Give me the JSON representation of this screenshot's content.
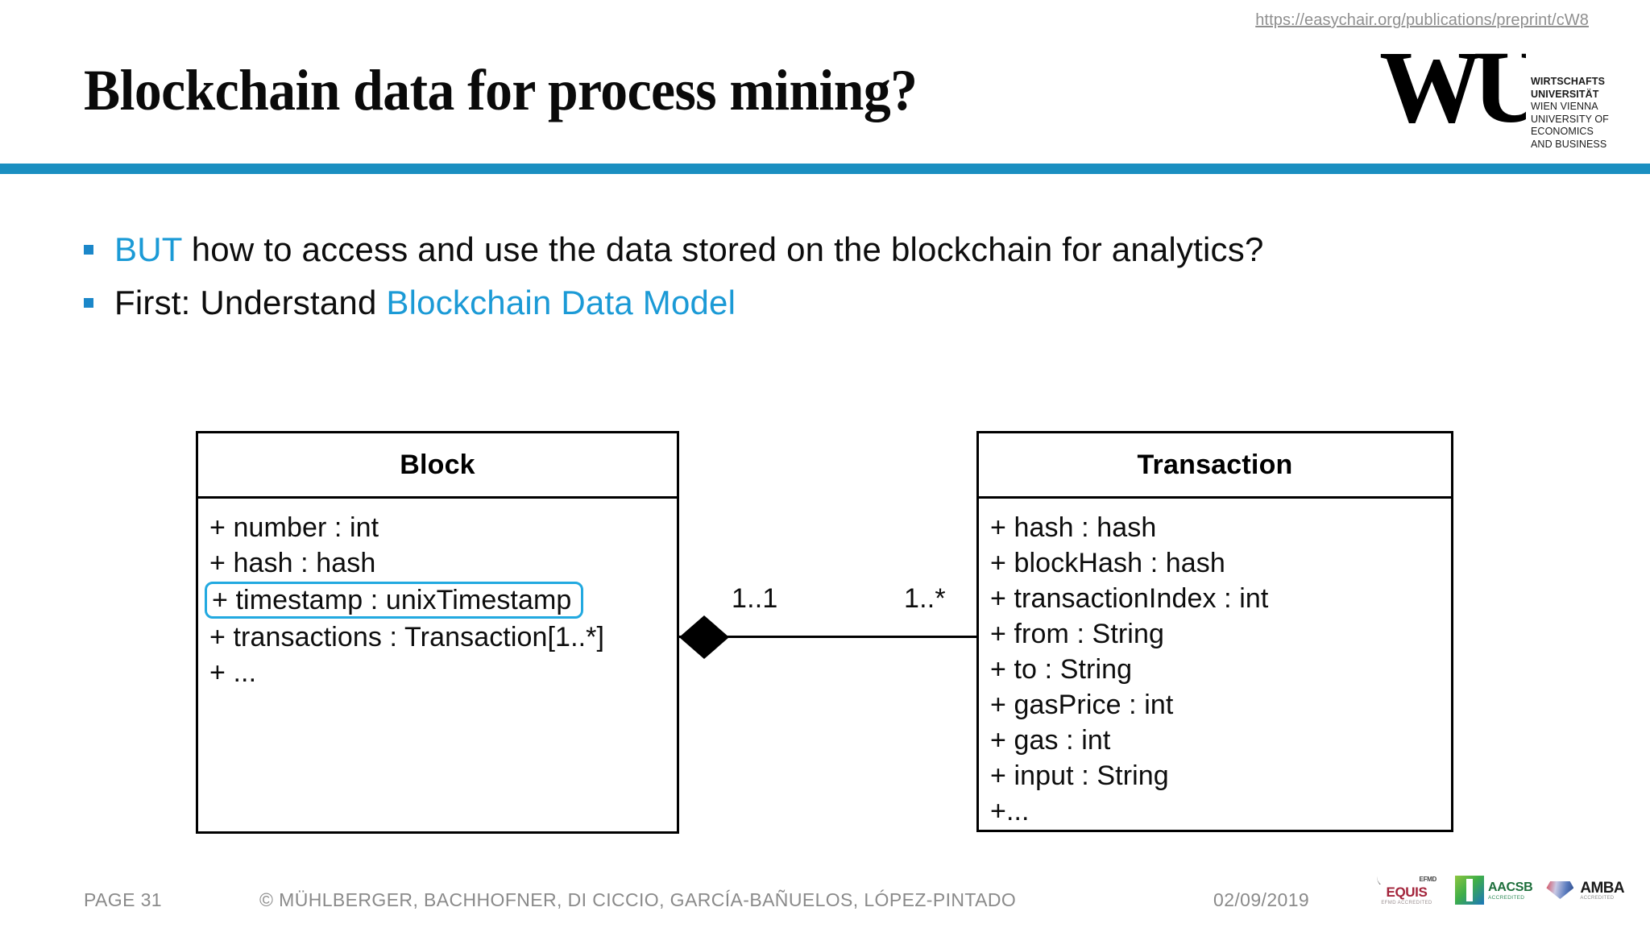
{
  "header": {
    "source_url": "https://easychair.org/publications/preprint/cW8",
    "title": "Blockchain data for process mining?",
    "logo": {
      "mark": "WU",
      "lines": [
        "WIRTSCHAFTS",
        "UNIVERSITÄT",
        "WIEN VIENNA",
        "UNIVERSITY OF",
        "ECONOMICS",
        "AND BUSINESS"
      ]
    },
    "divider_color": "#1A8FC1"
  },
  "content": {
    "accent_color": "#1B9AD6",
    "bullet_marker_color": "#1B87C9",
    "bullets": [
      {
        "accent_prefix": "BUT",
        "text": " how to access and use the data stored on the blockchain for analytics?"
      },
      {
        "plain_prefix": "First: Understand ",
        "accent_suffix": "Blockchain Data Model"
      }
    ]
  },
  "diagram": {
    "type": "uml-class-diagram",
    "highlight_color": "#22A9E0",
    "classes": [
      {
        "name": "Block",
        "attributes": [
          {
            "text": "+ number : int",
            "highlighted": false
          },
          {
            "text": "+ hash : hash",
            "highlighted": false
          },
          {
            "text": "+ timestamp : unixTimestamp",
            "highlighted": true
          },
          {
            "text": "+ transactions : Transaction[1..*]",
            "highlighted": false
          },
          {
            "text": "+ ...",
            "highlighted": false
          }
        ]
      },
      {
        "name": "Transaction",
        "attributes": [
          {
            "text": "+ hash : hash",
            "highlighted": false
          },
          {
            "text": "+ blockHash : hash",
            "highlighted": false
          },
          {
            "text": "+ transactionIndex : int",
            "highlighted": false
          },
          {
            "text": "+ from : String",
            "highlighted": false
          },
          {
            "text": "+ to : String",
            "highlighted": false
          },
          {
            "text": "+ gasPrice : int",
            "highlighted": false
          },
          {
            "text": "+ gas : int",
            "highlighted": false
          },
          {
            "text": "+ input : String",
            "highlighted": false
          },
          {
            "text": "+...",
            "highlighted": false
          }
        ]
      }
    ],
    "association": {
      "kind": "composition",
      "source_multiplicity": "1..1",
      "target_multiplicity": "1..*"
    }
  },
  "footer": {
    "page": "PAGE 31",
    "copyright": "© MÜHLBERGER, BACHHOFNER, DI CICCIO, GARCÍA-BAÑUELOS, LÓPEZ-PINTADO",
    "date": "02/09/2019",
    "accreditations": [
      {
        "name": "EQUIS",
        "sub": "EFMD ACCREDITED",
        "badge": "EFMD"
      },
      {
        "name": "AACSB",
        "sub": "ACCREDITED"
      },
      {
        "name": "AMBA",
        "sub": "ACCREDITED"
      }
    ]
  }
}
